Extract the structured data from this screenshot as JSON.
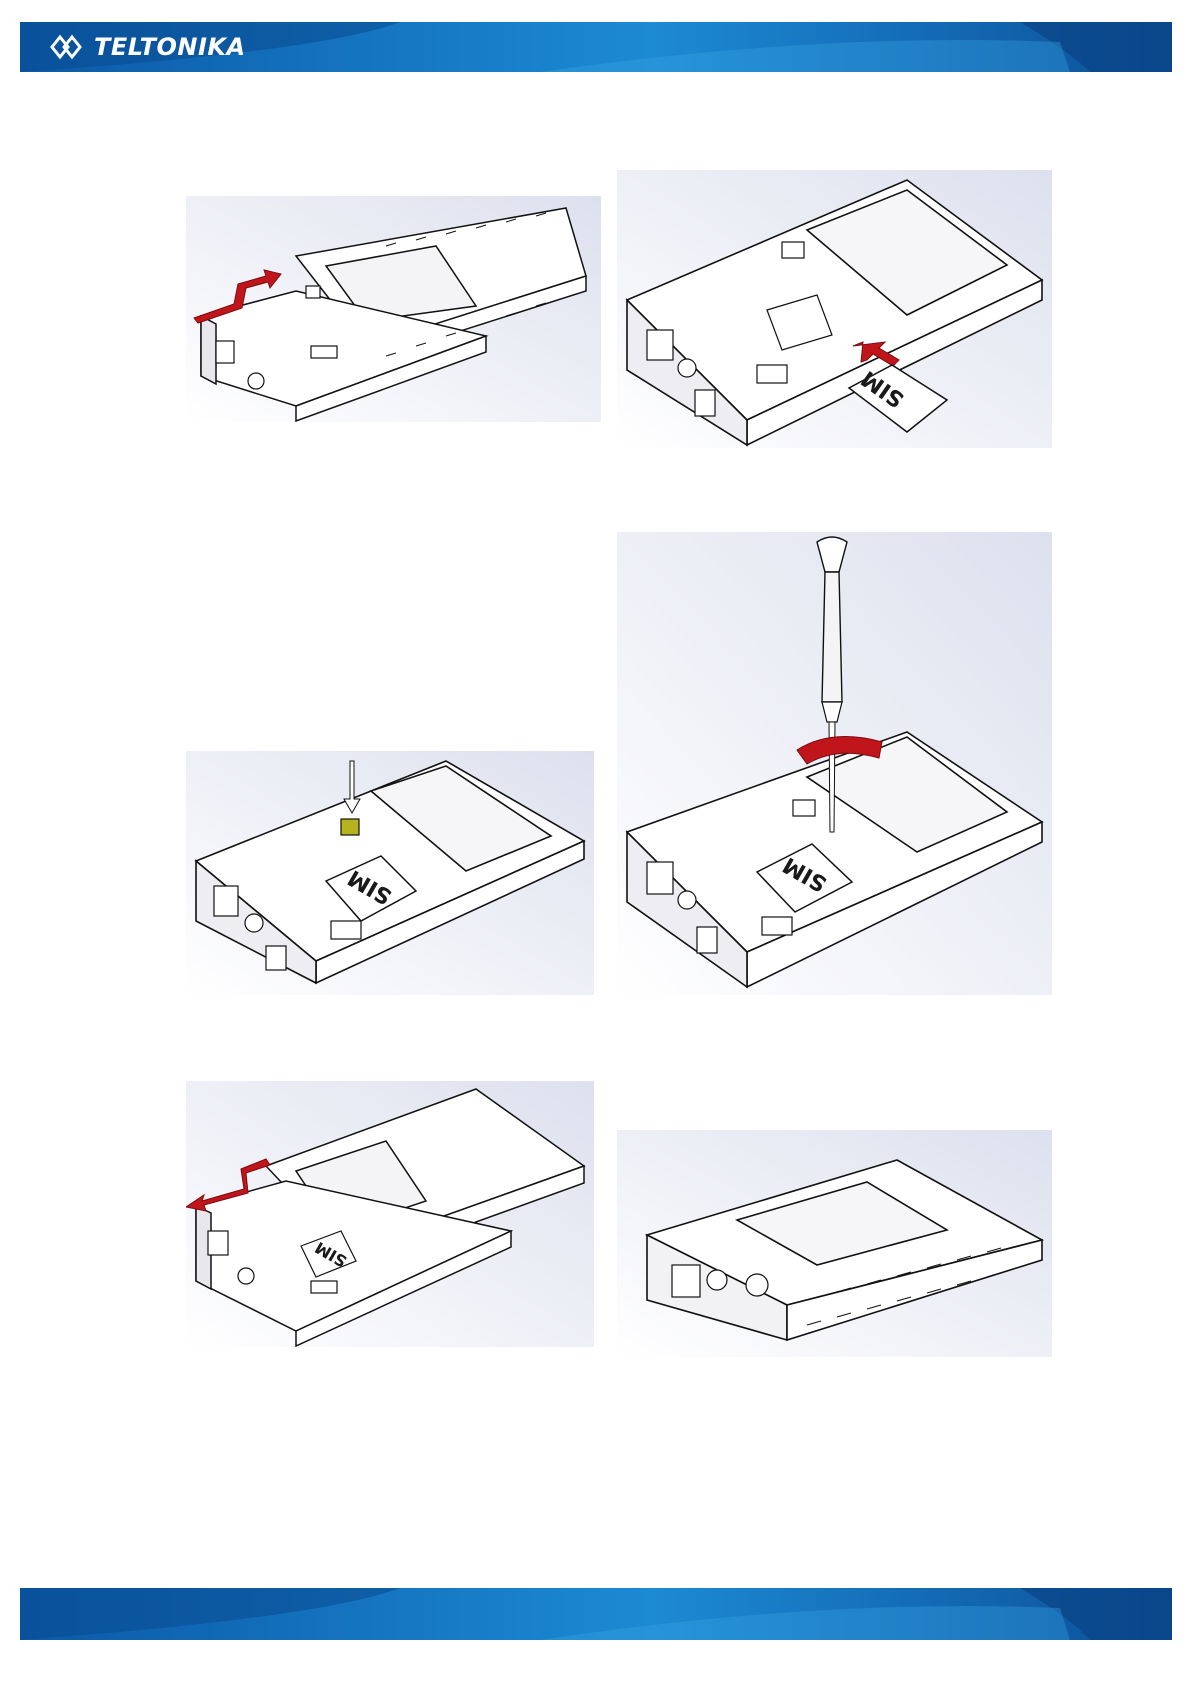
{
  "header": {
    "brand_name": "TELTONIKA",
    "brand_colors": {
      "banner_dark": "#0a4f9c",
      "banner_light": "#1a8fd6",
      "logo_text": "#ffffff"
    }
  },
  "figures": [
    {
      "name": "remove-cover",
      "arrow_color": "#c0161b",
      "sim_text": ""
    },
    {
      "name": "insert-sim",
      "arrow_color": "#c0161b",
      "sim_text": "SIM"
    },
    {
      "name": "connect-battery",
      "arrow_color": "#ffffff",
      "sim_text": "SIM"
    },
    {
      "name": "screw-battery",
      "arrow_color": "#c0161b",
      "sim_text": "SIM"
    },
    {
      "name": "attach-cover",
      "arrow_color": "#c0161b",
      "sim_text": "SIM"
    },
    {
      "name": "assembled-device",
      "arrow_color": "",
      "sim_text": ""
    }
  ]
}
